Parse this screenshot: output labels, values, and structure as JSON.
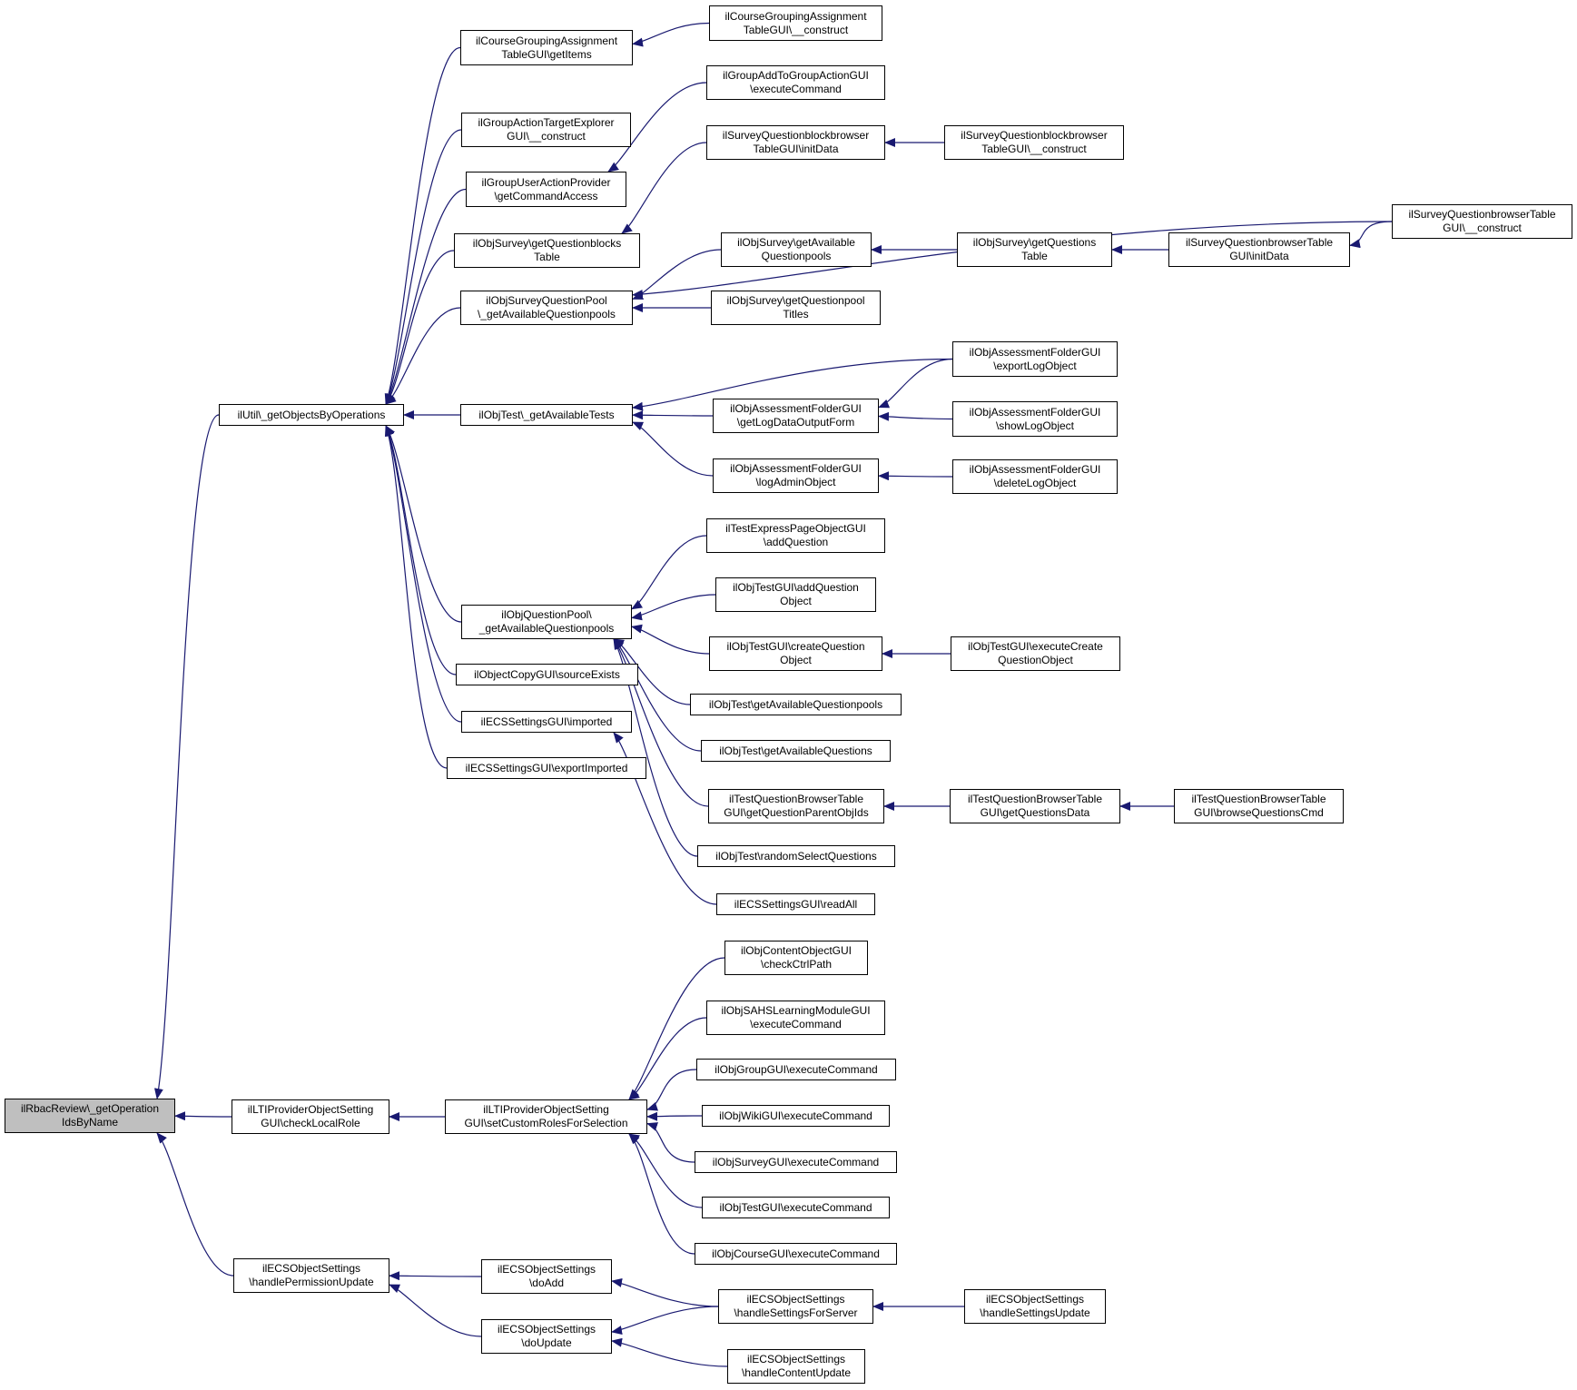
{
  "colors": {
    "edge": "#191970",
    "root_fill": "#bfbfbf",
    "node_fill": "#ffffff",
    "border": "#000000"
  },
  "nodes": [
    {
      "id": "root",
      "lines": [
        "ilRbacReview\\_getOperation",
        "IdsByName"
      ]
    },
    {
      "id": "util",
      "lines": [
        "ilUtil\\_getObjectsByOperations"
      ]
    },
    {
      "id": "lti_check",
      "lines": [
        "ilLTIProviderObjectSetting",
        "GUI\\checkLocalRole"
      ]
    },
    {
      "id": "ecs_perm",
      "lines": [
        "ilECSObjectSettings",
        "\\handlePermissionUpdate"
      ]
    },
    {
      "id": "cg_items",
      "lines": [
        "ilCourseGroupingAssignment",
        "TableGUI\\getItems"
      ]
    },
    {
      "id": "cg_construct",
      "lines": [
        "ilCourseGroupingAssignment",
        "TableGUI\\__construct"
      ]
    },
    {
      "id": "gat_explorer",
      "lines": [
        "ilGroupActionTargetExplorer",
        "GUI\\__construct"
      ]
    },
    {
      "id": "gua_provider",
      "lines": [
        "ilGroupUserActionProvider",
        "\\getCommandAccess"
      ]
    },
    {
      "id": "gatg_exec",
      "lines": [
        "ilGroupAddToGroupActionGUI",
        "\\executeCommand"
      ]
    },
    {
      "id": "os_qblocks",
      "lines": [
        "ilObjSurvey\\getQuestionblocks",
        "Table"
      ]
    },
    {
      "id": "sqbb_init",
      "lines": [
        "ilSurveyQuestionblockbrowser",
        "TableGUI\\initData"
      ]
    },
    {
      "id": "sqbb_construct",
      "lines": [
        "ilSurveyQuestionblockbrowser",
        "TableGUI\\__construct"
      ]
    },
    {
      "id": "osqp",
      "lines": [
        "ilObjSurveyQuestionPool",
        "\\_getAvailableQuestionpools"
      ]
    },
    {
      "id": "os_avail",
      "lines": [
        "ilObjSurvey\\getAvailable",
        "Questionpools"
      ]
    },
    {
      "id": "os_qtable",
      "lines": [
        "ilObjSurvey\\getQuestions",
        "Table"
      ]
    },
    {
      "id": "sqb_init",
      "lines": [
        "ilSurveyQuestionbrowserTable",
        "GUI\\initData"
      ]
    },
    {
      "id": "sqb_construct",
      "lines": [
        "ilSurveyQuestionbrowserTable",
        "GUI\\__construct"
      ]
    },
    {
      "id": "os_qptitles",
      "lines": [
        "ilObjSurvey\\getQuestionpool",
        "Titles"
      ]
    },
    {
      "id": "ot_avail",
      "lines": [
        "ilObjTest\\_getAvailableTests"
      ]
    },
    {
      "id": "oaf_logform",
      "lines": [
        "ilObjAssessmentFolderGUI",
        "\\getLogDataOutputForm"
      ]
    },
    {
      "id": "oaf_export",
      "lines": [
        "ilObjAssessmentFolderGUI",
        "\\exportLogObject"
      ]
    },
    {
      "id": "oaf_show",
      "lines": [
        "ilObjAssessmentFolderGUI",
        "\\showLogObject"
      ]
    },
    {
      "id": "oaf_admin",
      "lines": [
        "ilObjAssessmentFolderGUI",
        "\\logAdminObject"
      ]
    },
    {
      "id": "oaf_delete",
      "lines": [
        "ilObjAssessmentFolderGUI",
        "\\deleteLogObject"
      ]
    },
    {
      "id": "oqp",
      "lines": [
        "ilObjQuestionPool\\",
        "_getAvailableQuestionpools"
      ]
    },
    {
      "id": "tep_add",
      "lines": [
        "ilTestExpressPageObjectGUI",
        "\\addQuestion"
      ]
    },
    {
      "id": "otg_addq",
      "lines": [
        "ilObjTestGUI\\addQuestion",
        "Object"
      ]
    },
    {
      "id": "otg_createq",
      "lines": [
        "ilObjTestGUI\\createQuestion",
        "Object"
      ]
    },
    {
      "id": "otg_execcreate",
      "lines": [
        "ilObjTestGUI\\executeCreate",
        "QuestionObject"
      ]
    },
    {
      "id": "ot_getqp",
      "lines": [
        "ilObjTest\\getAvailableQuestionpools"
      ]
    },
    {
      "id": "ot_getq",
      "lines": [
        "ilObjTest\\getAvailableQuestions"
      ]
    },
    {
      "id": "tqb_parent",
      "lines": [
        "ilTestQuestionBrowserTable",
        "GUI\\getQuestionParentObjIds"
      ]
    },
    {
      "id": "tqb_data",
      "lines": [
        "ilTestQuestionBrowserTable",
        "GUI\\getQuestionsData"
      ]
    },
    {
      "id": "tqb_browse",
      "lines": [
        "ilTestQuestionBrowserTable",
        "GUI\\browseQuestionsCmd"
      ]
    },
    {
      "id": "ot_random",
      "lines": [
        "ilObjTest\\randomSelectQuestions"
      ]
    },
    {
      "id": "ecs_readall",
      "lines": [
        "ilECSSettingsGUI\\readAll"
      ]
    },
    {
      "id": "ocg_source",
      "lines": [
        "ilObjectCopyGUI\\sourceExists"
      ]
    },
    {
      "id": "ecs_imported",
      "lines": [
        "ilECSSettingsGUI\\imported"
      ]
    },
    {
      "id": "ecs_expimported",
      "lines": [
        "ilECSSettingsGUI\\exportImported"
      ]
    },
    {
      "id": "lti_custom",
      "lines": [
        "ilLTIProviderObjectSetting",
        "GUI\\setCustomRolesForSelection"
      ]
    },
    {
      "id": "oco_check",
      "lines": [
        "ilObjContentObjectGUI",
        "\\checkCtrlPath"
      ]
    },
    {
      "id": "sahs_exec",
      "lines": [
        "ilObjSAHSLearningModuleGUI",
        "\\executeCommand"
      ]
    },
    {
      "id": "group_exec",
      "lines": [
        "ilObjGroupGUI\\executeCommand"
      ]
    },
    {
      "id": "wiki_exec",
      "lines": [
        "ilObjWikiGUI\\executeCommand"
      ]
    },
    {
      "id": "survey_exec",
      "lines": [
        "ilObjSurveyGUI\\executeCommand"
      ]
    },
    {
      "id": "test_exec",
      "lines": [
        "ilObjTestGUI\\executeCommand"
      ]
    },
    {
      "id": "course_exec",
      "lines": [
        "ilObjCourseGUI\\executeCommand"
      ]
    },
    {
      "id": "ecs_doadd",
      "lines": [
        "ilECSObjectSettings",
        "\\doAdd"
      ]
    },
    {
      "id": "ecs_doupdate",
      "lines": [
        "ilECSObjectSettings",
        "\\doUpdate"
      ]
    },
    {
      "id": "ecs_server",
      "lines": [
        "ilECSObjectSettings",
        "\\handleSettingsForServer"
      ]
    },
    {
      "id": "ecs_settingsupd",
      "lines": [
        "ilECSObjectSettings",
        "\\handleSettingsUpdate"
      ]
    },
    {
      "id": "ecs_contentupd",
      "lines": [
        "ilECSObjectSettings",
        "\\handleContentUpdate"
      ]
    }
  ],
  "edges": [
    [
      "root",
      "util"
    ],
    [
      "root",
      "lti_check"
    ],
    [
      "root",
      "ecs_perm"
    ],
    [
      "util",
      "cg_items"
    ],
    [
      "util",
      "gat_explorer"
    ],
    [
      "util",
      "gua_provider"
    ],
    [
      "util",
      "os_qblocks"
    ],
    [
      "util",
      "osqp"
    ],
    [
      "util",
      "ot_avail"
    ],
    [
      "util",
      "oqp"
    ],
    [
      "util",
      "ocg_source"
    ],
    [
      "util",
      "ecs_imported"
    ],
    [
      "util",
      "ecs_expimported"
    ],
    [
      "cg_items",
      "cg_construct"
    ],
    [
      "gua_provider",
      "gatg_exec"
    ],
    [
      "os_qblocks",
      "sqbb_init"
    ],
    [
      "sqbb_init",
      "sqbb_construct"
    ],
    [
      "osqp",
      "sqb_construct"
    ],
    [
      "osqp",
      "os_avail"
    ],
    [
      "osqp",
      "os_qptitles"
    ],
    [
      "os_avail",
      "os_qtable"
    ],
    [
      "os_qtable",
      "sqb_init"
    ],
    [
      "sqb_init",
      "sqb_construct"
    ],
    [
      "ot_avail",
      "oaf_export"
    ],
    [
      "ot_avail",
      "oaf_logform"
    ],
    [
      "ot_avail",
      "oaf_admin"
    ],
    [
      "oaf_logform",
      "oaf_export"
    ],
    [
      "oaf_logform",
      "oaf_show"
    ],
    [
      "oaf_admin",
      "oaf_delete"
    ],
    [
      "oqp",
      "tep_add"
    ],
    [
      "oqp",
      "otg_addq"
    ],
    [
      "oqp",
      "otg_createq"
    ],
    [
      "oqp",
      "ot_getqp"
    ],
    [
      "oqp",
      "ot_getq"
    ],
    [
      "oqp",
      "tqb_parent"
    ],
    [
      "oqp",
      "ot_random"
    ],
    [
      "otg_createq",
      "otg_execcreate"
    ],
    [
      "tqb_parent",
      "tqb_data"
    ],
    [
      "tqb_data",
      "tqb_browse"
    ],
    [
      "ecs_imported",
      "ecs_readall"
    ],
    [
      "lti_check",
      "lti_custom"
    ],
    [
      "lti_custom",
      "oco_check"
    ],
    [
      "lti_custom",
      "sahs_exec"
    ],
    [
      "lti_custom",
      "group_exec"
    ],
    [
      "lti_custom",
      "wiki_exec"
    ],
    [
      "lti_custom",
      "survey_exec"
    ],
    [
      "lti_custom",
      "test_exec"
    ],
    [
      "lti_custom",
      "course_exec"
    ],
    [
      "ecs_perm",
      "ecs_doadd"
    ],
    [
      "ecs_perm",
      "ecs_doupdate"
    ],
    [
      "ecs_doadd",
      "ecs_server"
    ],
    [
      "ecs_doupdate",
      "ecs_server"
    ],
    [
      "ecs_doupdate",
      "ecs_contentupd"
    ],
    [
      "ecs_server",
      "ecs_settingsupd"
    ]
  ]
}
